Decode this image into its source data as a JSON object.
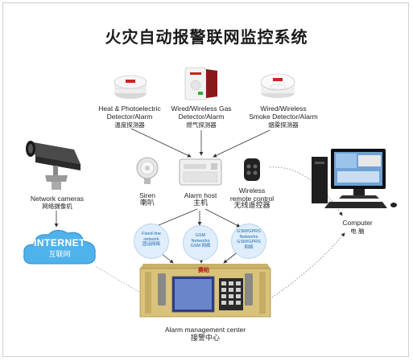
{
  "title": "火灾自动报警联网监控系统",
  "devices": {
    "heat_detector": {
      "en": "Heat & Photoelectric\nDetector/Alarm",
      "cn": "温度探测器"
    },
    "gas_detector": {
      "en": "Wired/Wireless Gas\nDetector/Alarm",
      "cn": "燃气探测器"
    },
    "smoke_detector": {
      "en": "Wired/Wireless\nSmoke Detector/Alarm",
      "cn": "烟雾探测器"
    },
    "network_camera": {
      "en": "Network cameras",
      "cn": "网络摄像机"
    },
    "siren": {
      "en": "Siren",
      "cn": "喇叭"
    },
    "alarm_host": {
      "en": "Alarm host",
      "cn": "主机"
    },
    "remote_control": {
      "en": "Wireless\nremote control",
      "cn": "无线遥控器"
    },
    "computer": {
      "en": "Computer",
      "cn": "电 脑"
    },
    "internet": {
      "en": "INTERNET",
      "cn": "互联网"
    },
    "center": {
      "en": "Alarm management center",
      "cn": "接警中心"
    },
    "brand": "赛帕"
  },
  "networks": [
    {
      "text": "Fixed-line\nnetwork\n固话网络"
    },
    {
      "text": "GSM\nNetworks\nGSM 网络"
    },
    {
      "text": "GSM/GPRS\nNetworks\nGSM/GPRS\n网络"
    }
  ],
  "colors": {
    "bubble": "#dfeefa",
    "cloud": "#4fb2ea",
    "panel": "#d9c27a",
    "arrow": "#333333"
  }
}
